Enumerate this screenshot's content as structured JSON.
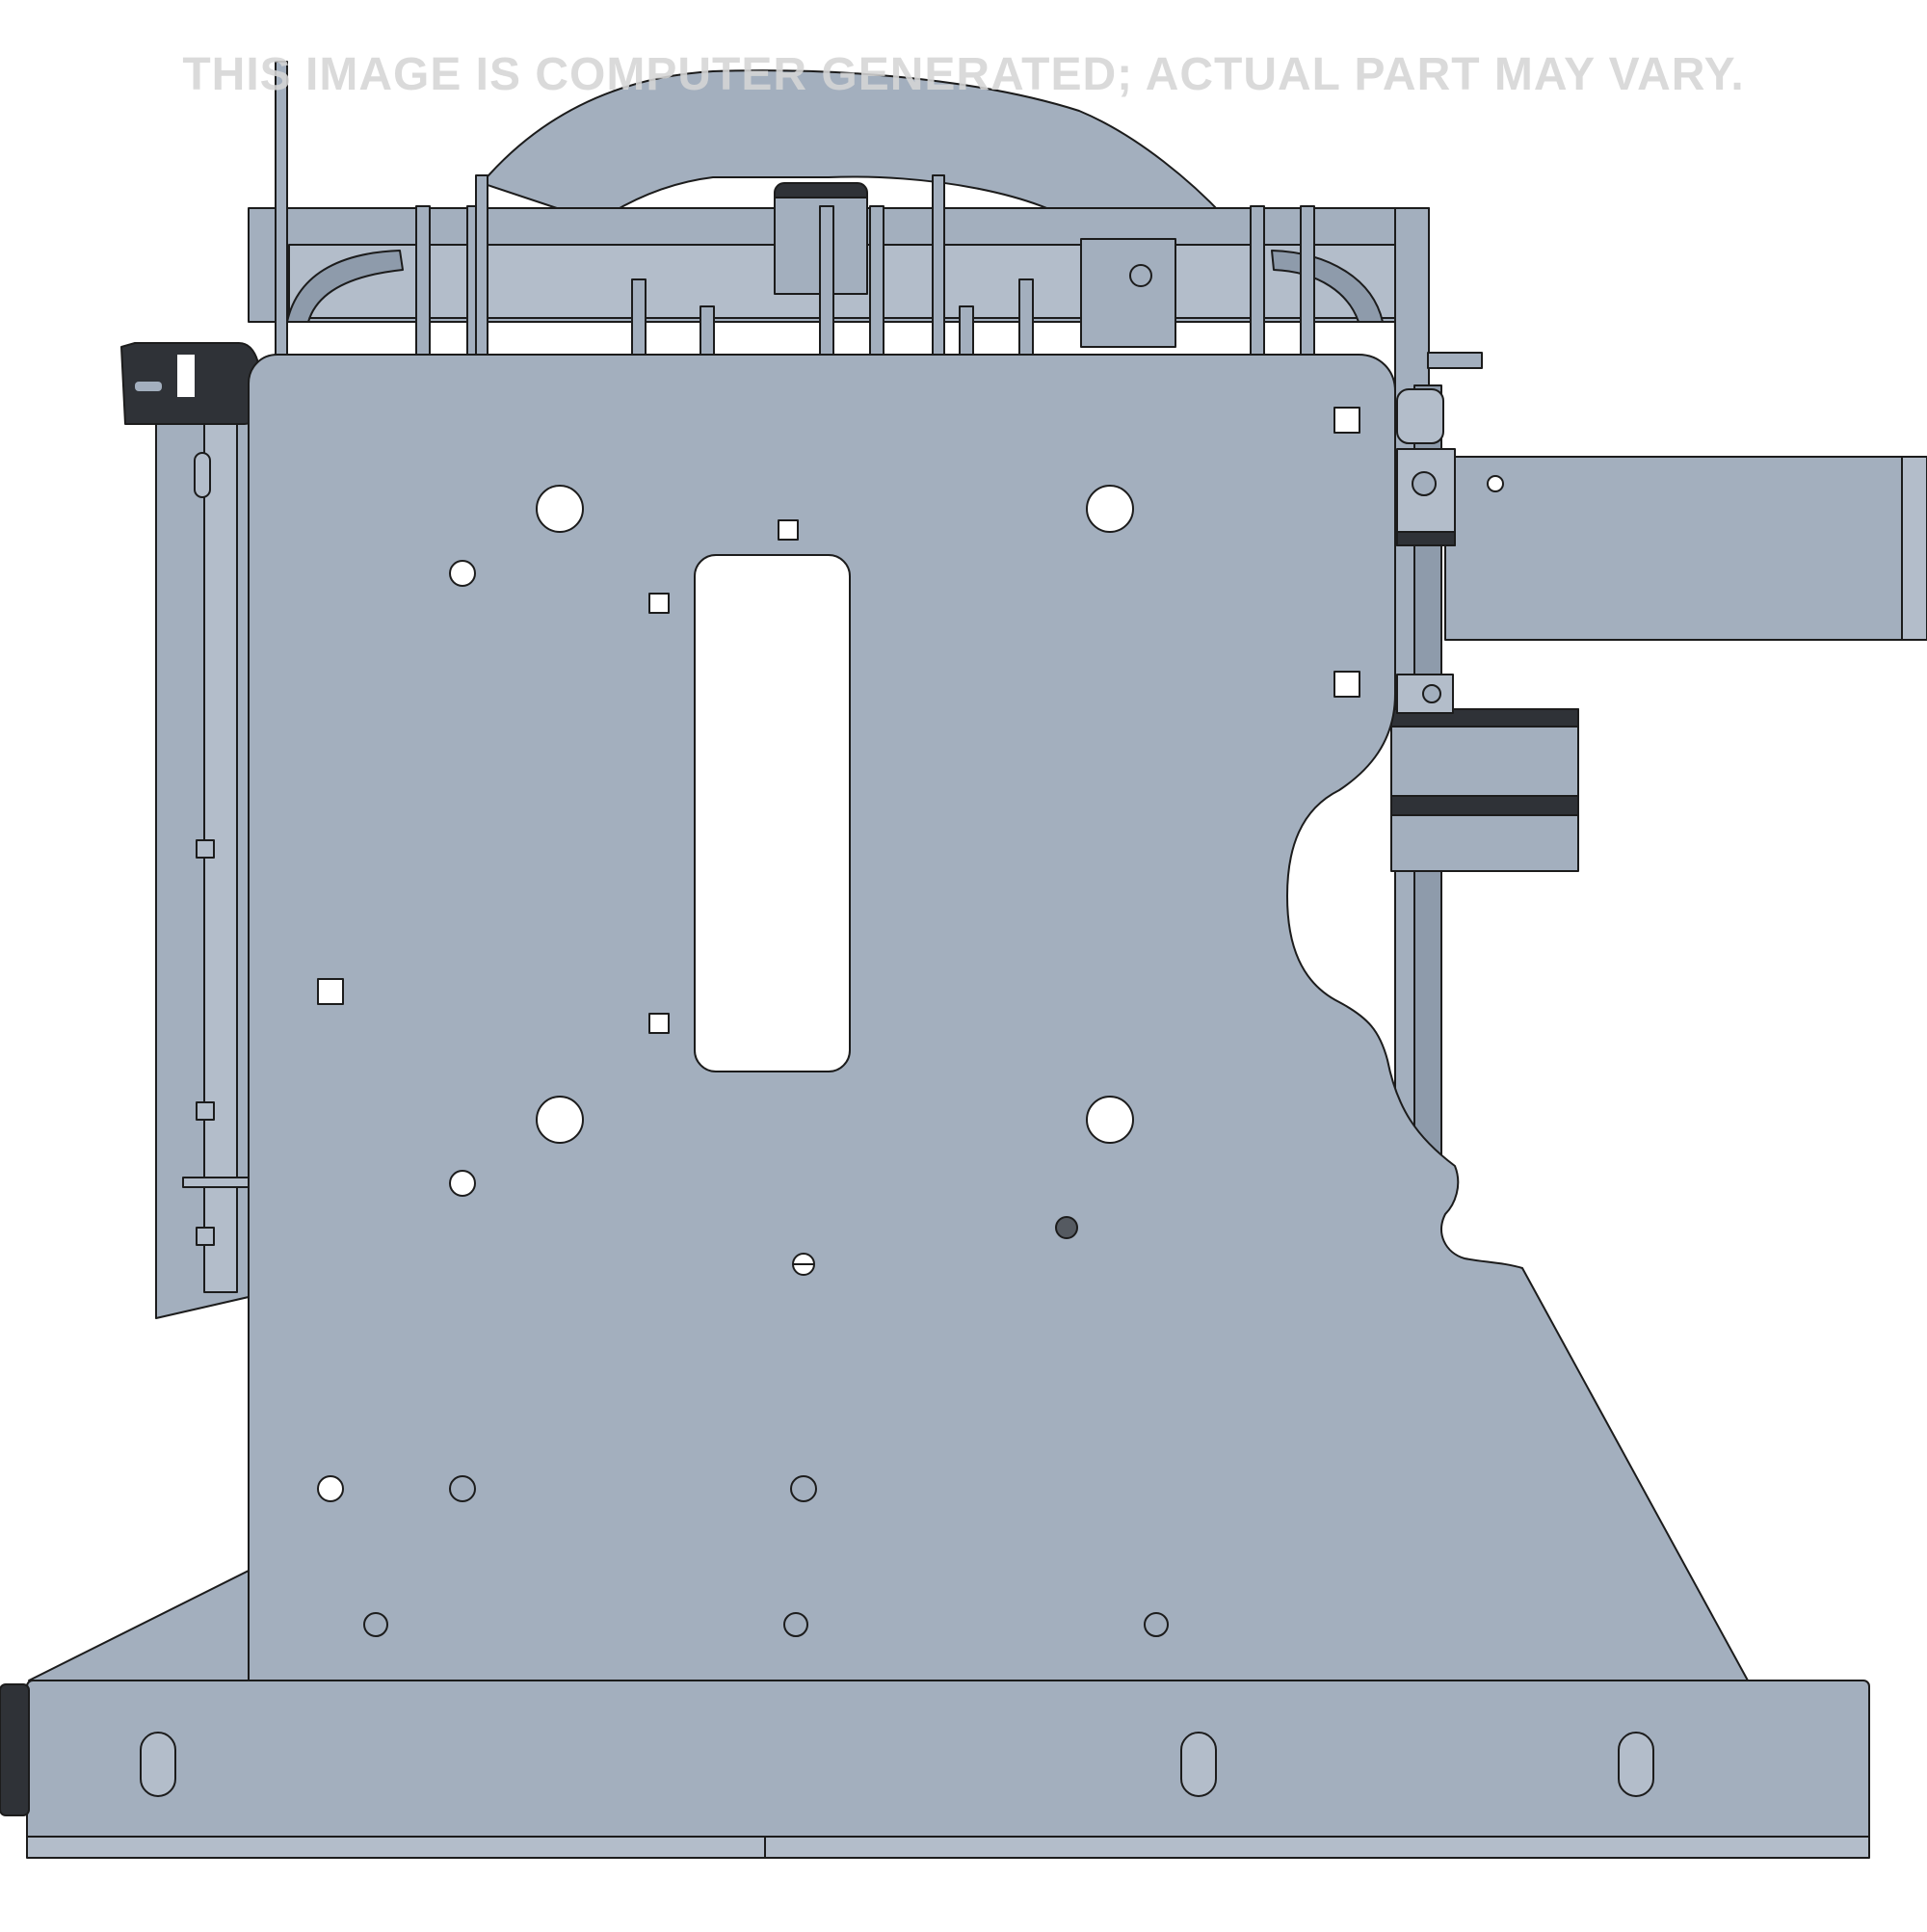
{
  "disclaimer": "THIS IMAGE IS COMPUTER GENERATED; ACTUAL PART MAY VARY.",
  "colors": {
    "plate": "#a3afbe",
    "plate_light": "#b3bdca",
    "plate_dark": "#8e9bab",
    "outline": "#1c1c1c",
    "dark_part": "#2f3237",
    "background": "#ffffff"
  },
  "illustration": {
    "subject": "sheet-metal mounting bracket assembly",
    "view": "side elevation",
    "parts": [
      "main-plate",
      "top-rail",
      "left-rail",
      "right-arm",
      "right-block",
      "base-channel",
      "top-arch",
      "latch"
    ]
  }
}
